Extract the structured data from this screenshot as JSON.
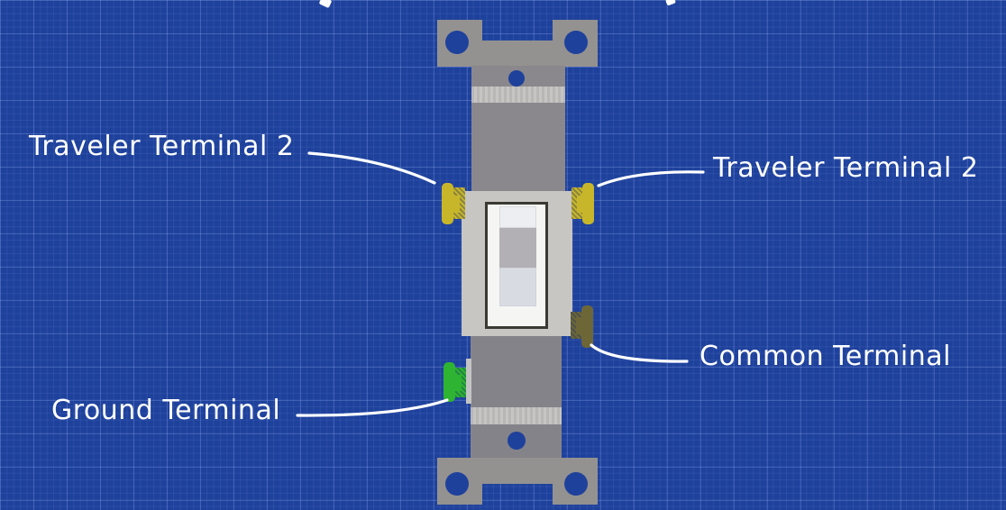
{
  "scene": {
    "description": "Blueprint-style diagram of a 3-way toggle light switch with its terminal screws labeled",
    "background_color": "#1e419c",
    "grid_major_color": "rgba(173,196,255,0.20)",
    "grid_minor_color": "rgba(173,196,255,0.09)",
    "leader_line_color": "#ffffff",
    "label_text_color": "#ffffff"
  },
  "switch": {
    "bracket_color": "#949290",
    "strap_color": "#8a888c",
    "band_color": "#c6c5c3",
    "body_color": "#c8c6c3",
    "toggle_frame_color": "#3a3a32",
    "toggle_face_color": "#f5f5f3",
    "toggle_top_color": "#eceef2",
    "toggle_mid_color": "#b2b0b4",
    "toggle_bottom_color": "#d8dbe2"
  },
  "terminals": {
    "traveler_left": {
      "label": "Traveler Terminal 2",
      "screw_color": "#c8b62a"
    },
    "traveler_right": {
      "label": "Traveler Terminal 2",
      "screw_color": "#c8b62a"
    },
    "common": {
      "label": "Common Terminal",
      "screw_color": "#6d6738"
    },
    "ground": {
      "label": "Ground Terminal",
      "screw_color": "#2eb432",
      "strip_color": "#c4c4c4"
    }
  }
}
